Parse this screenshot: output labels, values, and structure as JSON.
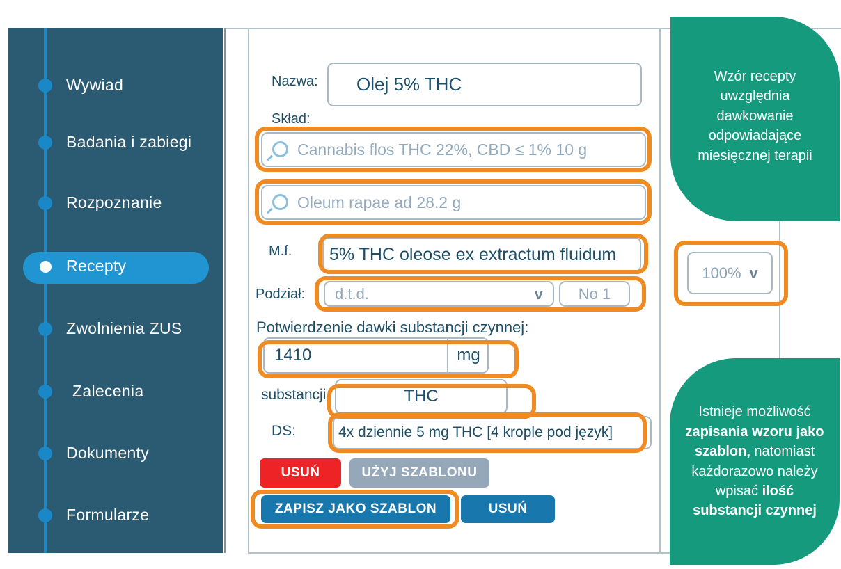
{
  "sidebar": {
    "items": [
      {
        "label": "Wywiad",
        "active": false
      },
      {
        "label": "Badania i zabiegi",
        "active": false
      },
      {
        "label": "Rozpoznanie",
        "active": false
      },
      {
        "label": "Recepty",
        "active": true
      },
      {
        "label": "Zwolnienia ZUS",
        "active": false
      },
      {
        "label": "Zalecenia",
        "active": false
      },
      {
        "label": "Dokumenty",
        "active": false
      },
      {
        "label": "Formularze",
        "active": false
      }
    ]
  },
  "form": {
    "nazwa_label": "Nazwa:",
    "nazwa_value": "Olej 5% THC",
    "sklad_label": "Skład:",
    "ingredient1_placeholder": "Cannabis flos THC 22%, CBD ≤ 1% 10 g",
    "ingredient2_placeholder": "Oleum rapae ad 28.2 g",
    "mf_label": "M.f.",
    "mf_value": "5% THC oleose ex extractum fluidum",
    "podzial_label": "Podział:",
    "podzial_select_value": "d.t.d.",
    "podzial_chevron": "v",
    "podzial_no_placeholder": "No 1",
    "potwierdzenie_label": "Potwierdzenie dawki substancji czynnej:",
    "dose_value": "1410",
    "dose_unit": "mg",
    "substancji_label": "substancji",
    "substance_value": "THC",
    "ds_label": "DS:",
    "ds_value": "4x dziennie 5 mg THC [4 krople pod język]",
    "buttons": {
      "usun_red": "USUŃ",
      "uzyj_szablonu": "UŻYJ SZABLONU",
      "zapisz_jako_szablon": "ZAPISZ JAKO SZABLON",
      "usun_blue": "USUŃ"
    }
  },
  "zoom_control": {
    "value": "100%",
    "chevron": "v"
  },
  "callouts": {
    "top": {
      "text": "Wzór recepty uwzględnia dawkowanie odpowiadające miesięcznej terapii"
    },
    "bottom": {
      "part1": "Istnieje możliwość ",
      "part2": "zapisania wzoru jako szablon,",
      "part3": " natomiast każdorazowo należy wpisać ",
      "part4": "ilość substancji czynnej"
    }
  },
  "icons": {
    "search": "magnifier-icon",
    "chevron": "chevron-down-icon"
  },
  "colors": {
    "sidebar_bg": "#2b5a73",
    "accent_blue": "#1a87c6",
    "active_pill_blue": "#2095d2",
    "callout_green": "#169a7e",
    "highlight_orange": "#ef8b22",
    "danger_red": "#ee2326",
    "muted_button_gray": "#94a8b9",
    "primary_button_blue": "#1878ad",
    "label_text": "#1f5068",
    "value_text": "#1d4f68",
    "placeholder_text": "#93a9bb",
    "input_border": "#a9b9c4"
  }
}
